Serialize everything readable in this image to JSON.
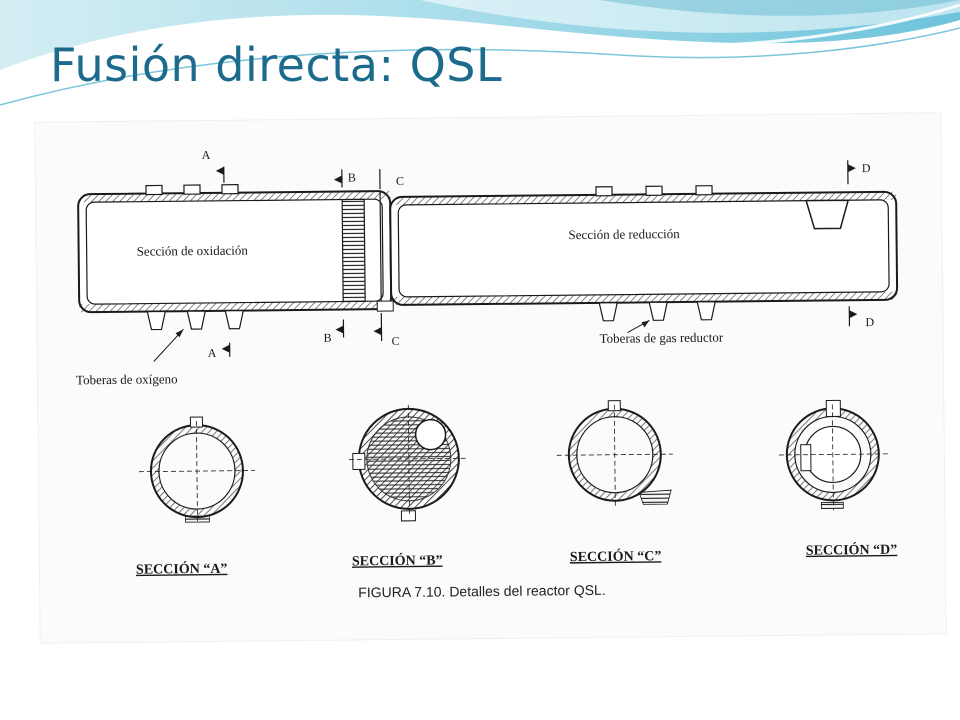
{
  "title": "Fusión directa: QSL",
  "figure": {
    "caption": "FIGURA 7.10. Detalles del reactor QSL.",
    "oxidation_zone": "Sección de oxidación",
    "reduction_zone": "Sección de reducción",
    "oxygen_nozzles": "Toberas de oxígeno",
    "reducing_gas_nozzles": "Toberas de gas reductor",
    "cut_markers": {
      "a": "A",
      "b": "B",
      "c": "C",
      "d": "D"
    },
    "sections": [
      {
        "label": "SECCIÓN “A”"
      },
      {
        "label": "SECCIÓN “B”"
      },
      {
        "label": "SECCIÓN “C”"
      },
      {
        "label": "SECCIÓN “D”"
      }
    ]
  },
  "colors": {
    "title": "#1c6a8c",
    "wave_light": "#bfe6ef",
    "wave_mid": "#7fcfe0",
    "wave_dark": "#3aa6c4",
    "ink": "#1a1a1a"
  }
}
